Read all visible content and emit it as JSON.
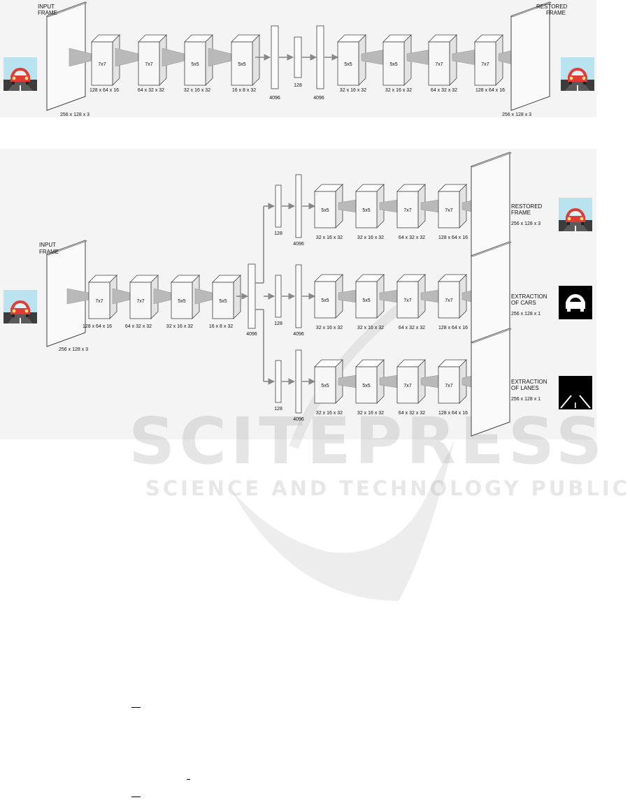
{
  "watermark": {
    "brand": "SCITEPRESS",
    "tagline": "SCIENCE AND TECHNOLOGY PUBLICATIONS"
  },
  "top_diagram": {
    "input_title": [
      "INPUT",
      "FRAME"
    ],
    "input_dim": "256 x 128 x 3",
    "output_title": [
      "RESTORED",
      "FRAME"
    ],
    "output_dim": "256 x 128 x 3",
    "encoder": [
      {
        "kernel": "7x7",
        "dim": "128 x 64 x 16"
      },
      {
        "kernel": "7x7",
        "dim": "64 x 32 x 32"
      },
      {
        "kernel": "5x5",
        "dim": "32 x 16 x 32"
      },
      {
        "kernel": "5x5",
        "dim": "16 x 8 x 32"
      }
    ],
    "dense": [
      "4096",
      "128",
      "4096"
    ],
    "decoder": [
      {
        "kernel": "5x5",
        "dim": "32 x 16 x 32"
      },
      {
        "kernel": "5x5",
        "dim": "32 x 16 x 32"
      },
      {
        "kernel": "7x7",
        "dim": "64 x 32 x 32"
      },
      {
        "kernel": "7x7",
        "dim": "128 x 64 x 16"
      }
    ]
  },
  "bottom_diagram": {
    "input_title": [
      "INPUT",
      "FRAME"
    ],
    "input_dim": "256 x 128 x 3",
    "encoder": [
      {
        "kernel": "7x7",
        "dim": "128 x 64 x 16"
      },
      {
        "kernel": "7x7",
        "dim": "64 x 32 x 32"
      },
      {
        "kernel": "5x5",
        "dim": "32 x 16 x 32"
      },
      {
        "kernel": "5x5",
        "dim": "16 x 8 x 32"
      }
    ],
    "shared_dense": "4096",
    "branches": [
      {
        "output_title": [
          "RESTORED",
          "FRAME"
        ],
        "output_dim": "256 x 128 x 3",
        "icon": "car-road",
        "dense": [
          "128",
          "4096"
        ],
        "decoder": [
          {
            "kernel": "5x5",
            "dim": "32 x 16 x 32"
          },
          {
            "kernel": "5x5",
            "dim": "32 x 16 x 32"
          },
          {
            "kernel": "7x7",
            "dim": "64 x 32 x 32"
          },
          {
            "kernel": "7x7",
            "dim": "128 x 64 x 16"
          }
        ]
      },
      {
        "output_title": [
          "EXTRACTION",
          "OF CARS"
        ],
        "output_dim": "256 x 128 x 1",
        "icon": "car-mask",
        "dense": [
          "128",
          "4096"
        ],
        "decoder": [
          {
            "kernel": "5x5",
            "dim": "32 x 16 x 32"
          },
          {
            "kernel": "5x5",
            "dim": "32 x 16 x 32"
          },
          {
            "kernel": "7x7",
            "dim": "64 x 32 x 32"
          },
          {
            "kernel": "7x7",
            "dim": "128 x 64 x 16"
          }
        ]
      },
      {
        "output_title": [
          "EXTRACTION",
          "OF LANES"
        ],
        "output_dim": "256 x 128 x 1",
        "icon": "lane-mask",
        "dense": [
          "128",
          "4096"
        ],
        "decoder": [
          {
            "kernel": "5x5",
            "dim": "32 x 16 x 32"
          },
          {
            "kernel": "5x5",
            "dim": "32 x 16 x 32"
          },
          {
            "kernel": "7x7",
            "dim": "64 x 32 x 32"
          },
          {
            "kernel": "7x7",
            "dim": "128 x 64 x 16"
          }
        ]
      }
    ]
  }
}
